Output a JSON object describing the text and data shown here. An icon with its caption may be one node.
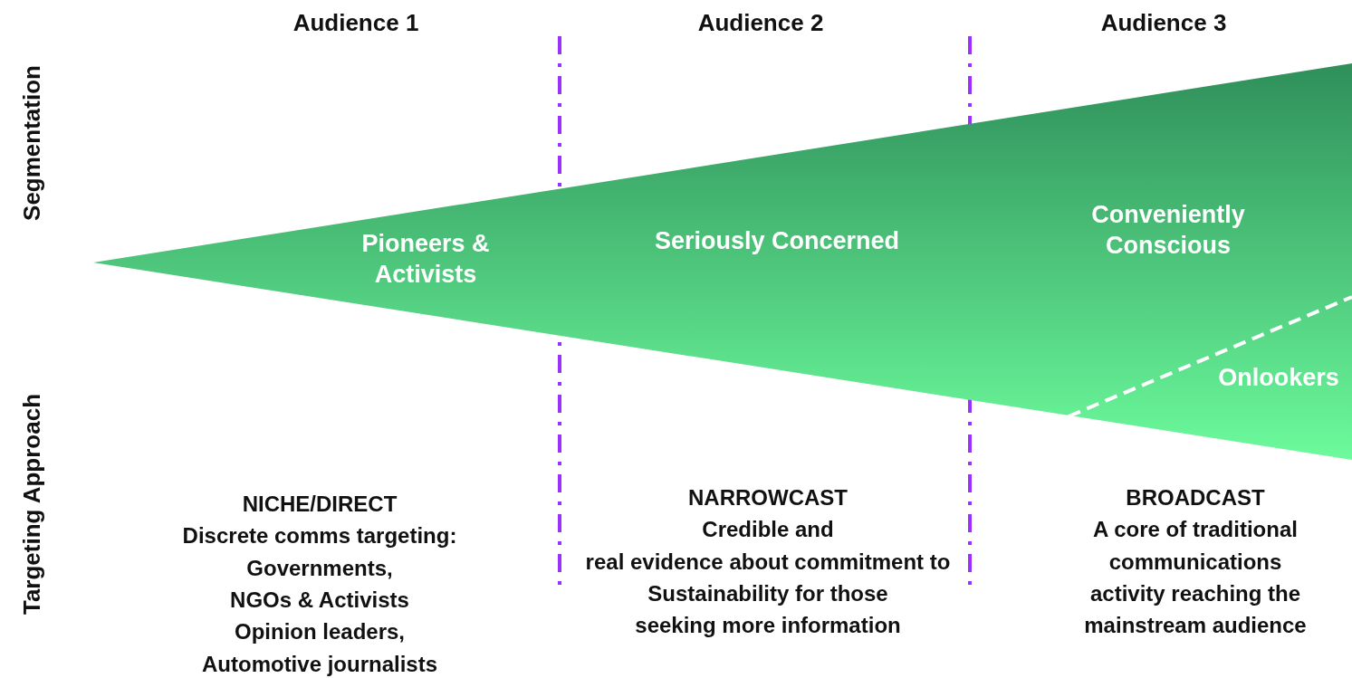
{
  "diagram": {
    "nodes": [
      {
        "text": [
          "Pioneers & Activists",
          "Seriously Concerned",
          "Conveniently Conscious",
          "Onlookers"
        ]
      }
    ],
    "labels": [
      "Audience 1",
      "Audience 2",
      "Audience 3",
      "Segmentation",
      "Targeting Approach",
      "NICHE/DIRECT",
      "Discrete comms targeting:",
      "Governments,",
      "NGOs & Activists",
      "Opinion leaders,",
      "Automotive journalists",
      "NARROWCAST",
      "Credible and",
      "real evidence about commitment to",
      "Sustainability for those",
      "seeking more information",
      "BROADCAST",
      "A core of traditional",
      "communications",
      "activity reaching the",
      "mainstream audience"
    ]
  }
}
